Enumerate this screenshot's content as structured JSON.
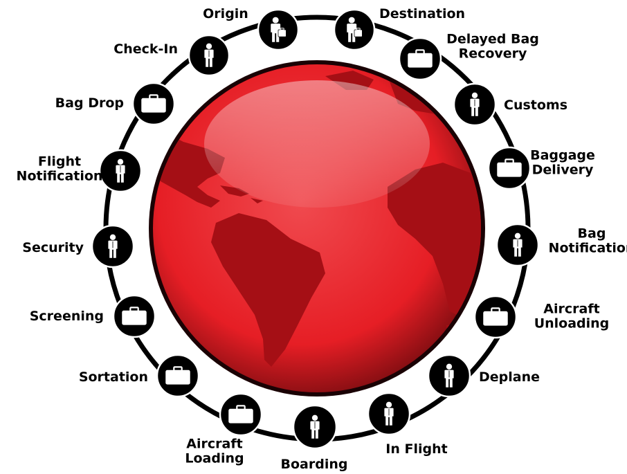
{
  "colors": {
    "ring": "#000000",
    "globe_dark": "#7a0c10",
    "globe_mid": "#e61e25",
    "globe_light": "#f04a4f",
    "land": "#a50f15",
    "label": "#000000",
    "icon_fill": "#ffffff",
    "node_fill": "#000000"
  },
  "steps": [
    {
      "id": "origin",
      "label": [
        "Origin"
      ],
      "icon": "person-with-suitcase-icon"
    },
    {
      "id": "destination",
      "label": [
        "Destination"
      ],
      "icon": "person-with-suitcase-icon"
    },
    {
      "id": "delayed-bag-recovery",
      "label": [
        "Delayed Bag",
        "Recovery"
      ],
      "icon": "suitcase-icon"
    },
    {
      "id": "customs",
      "label": [
        "Customs"
      ],
      "icon": "person-icon"
    },
    {
      "id": "baggage-delivery",
      "label": [
        "Baggage",
        "Delivery"
      ],
      "icon": "suitcase-icon"
    },
    {
      "id": "bag-notification",
      "label": [
        "Bag",
        "Notification"
      ],
      "icon": "person-icon"
    },
    {
      "id": "aircraft-unloading",
      "label": [
        "Aircraft",
        "Unloading"
      ],
      "icon": "suitcase-icon"
    },
    {
      "id": "deplane",
      "label": [
        "Deplane"
      ],
      "icon": "person-icon"
    },
    {
      "id": "in-flight",
      "label": [
        "In Flight"
      ],
      "icon": "person-icon"
    },
    {
      "id": "boarding",
      "label": [
        "Boarding"
      ],
      "icon": "person-icon"
    },
    {
      "id": "aircraft-loading",
      "label": [
        "Aircraft",
        "Loading"
      ],
      "icon": "suitcase-icon"
    },
    {
      "id": "sortation",
      "label": [
        "Sortation"
      ],
      "icon": "suitcase-icon"
    },
    {
      "id": "screening",
      "label": [
        "Screening"
      ],
      "icon": "suitcase-icon"
    },
    {
      "id": "security",
      "label": [
        "Security"
      ],
      "icon": "person-icon"
    },
    {
      "id": "flight-notification",
      "label": [
        "Flight",
        "Notification"
      ],
      "icon": "person-icon"
    },
    {
      "id": "bag-drop",
      "label": [
        "Bag Drop"
      ],
      "icon": "suitcase-icon"
    },
    {
      "id": "check-in",
      "label": [
        "Check-In"
      ],
      "icon": "person-icon"
    }
  ]
}
